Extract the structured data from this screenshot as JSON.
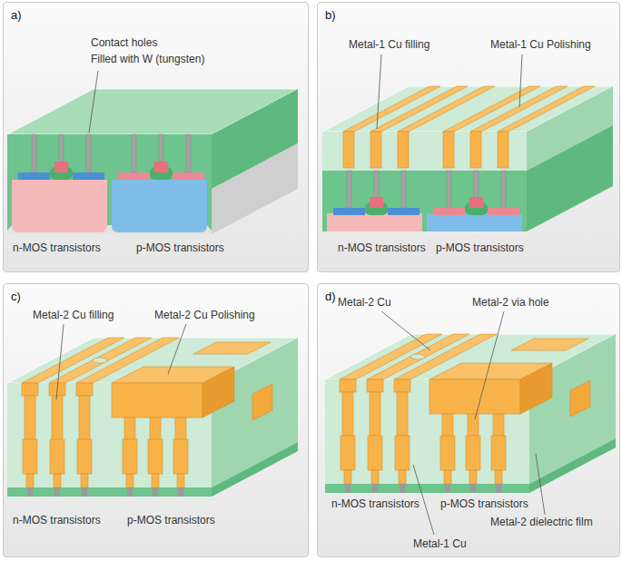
{
  "diagram": {
    "nodes": [
      {
        "text": [
          "a)"
        ]
      },
      {
        "text": [
          "b)"
        ]
      },
      {
        "text": [
          "c)"
        ]
      },
      {
        "text": [
          "d)"
        ]
      }
    ],
    "labels": [
      "Contact holes",
      "Filled with W (tungsten)",
      "n-MOS transistors",
      "p-MOS transistors",
      "Metal-1 Cu filling",
      "Metal-1 Cu Polishing",
      "n-MOS transistors",
      "p-MOS transistors",
      "Metal-2 Cu filling",
      "Metal-2 Cu Polishing",
      "n-MOS transistors",
      "p-MOS transistors",
      "Metal-2 Cu",
      "Metal-2 via hole",
      "n-MOS transistors",
      "p-MOS transistors",
      "Metal-2 dielectric film",
      "Metal-1 Cu"
    ]
  }
}
